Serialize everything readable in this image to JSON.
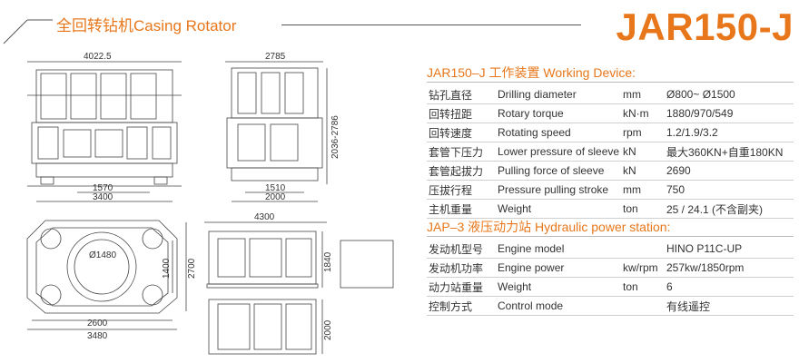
{
  "header": {
    "title": "全回转钻机Casing Rotator",
    "model": "JAR150-J"
  },
  "drawings": {
    "front_view": {
      "width_top": "4022.5",
      "width_mid": "1570",
      "width_bottom": "3400"
    },
    "side_view": {
      "width_top": "2785",
      "height": "2036-2786",
      "width_mid": "1510",
      "width_bottom": "2000"
    },
    "top_view": {
      "diameter": "Ø1480",
      "height_inner": "1400",
      "height_outer": "2700",
      "width_inner": "2600",
      "width_outer": "3480"
    },
    "power_station_side": {
      "length": "4300",
      "height": "1840"
    },
    "power_station_top": {
      "width": "2000"
    }
  },
  "working_device": {
    "title": "JAR150–J 工作装置 Working Device:",
    "rows": [
      {
        "cn": "钻孔直径",
        "en": "Drilling diameter",
        "unit": "mm",
        "value": "Ø800~ Ø1500"
      },
      {
        "cn": "回转扭距",
        "en": "Rotary torque",
        "unit": "kN·m",
        "value": "1880/970/549"
      },
      {
        "cn": "回转速度",
        "en": "Rotating speed",
        "unit": "rpm",
        "value": "1.2/1.9/3.2"
      },
      {
        "cn": "套管下压力",
        "en": "Lower pressure of sleeve",
        "unit": "kN",
        "value": "最大360KN+自重180KN"
      },
      {
        "cn": "套管起拔力",
        "en": "Pulling force of sleeve",
        "unit": "kN",
        "value": "2690"
      },
      {
        "cn": "压拔行程",
        "en": "Pressure pulling stroke",
        "unit": "mm",
        "value": "750"
      },
      {
        "cn": "主机重量",
        "en": "Weight",
        "unit": "ton",
        "value": "25 / 24.1 (不含副夹)"
      }
    ]
  },
  "power_station": {
    "title": "JAP–3 液压动力站 Hydraulic power station:",
    "rows": [
      {
        "cn": "发动机型号",
        "en": "Engine model",
        "unit": "",
        "value": "HINO P11C-UP"
      },
      {
        "cn": "发动机功率",
        "en": "Engine power",
        "unit": "kw/rpm",
        "value": "257kw/1850rpm"
      },
      {
        "cn": "动力站重量",
        "en": "Weight",
        "unit": "ton",
        "value": "6"
      },
      {
        "cn": "控制方式",
        "en": "Control mode",
        "unit": "",
        "value": "有线遥控"
      }
    ]
  }
}
